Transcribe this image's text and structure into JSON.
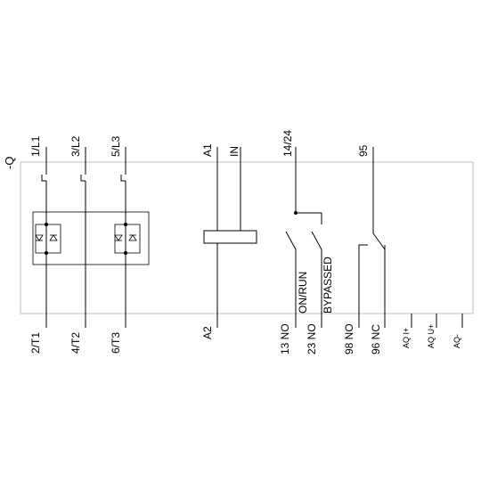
{
  "device_tag": "-Q",
  "top_terminals": [
    "1/L1",
    "3/L2",
    "5/L3",
    "A1",
    "IN",
    "14/24",
    "95"
  ],
  "bottom_terminals": [
    "2/T1",
    "4/T2",
    "6/T3",
    "A2",
    "13 NO",
    "23 NO",
    "98 NO",
    "96 NC",
    "AQ I+",
    "AQ U+",
    "AQ-"
  ],
  "contact_labels": [
    "ON/RUN",
    "BYPASSED"
  ]
}
